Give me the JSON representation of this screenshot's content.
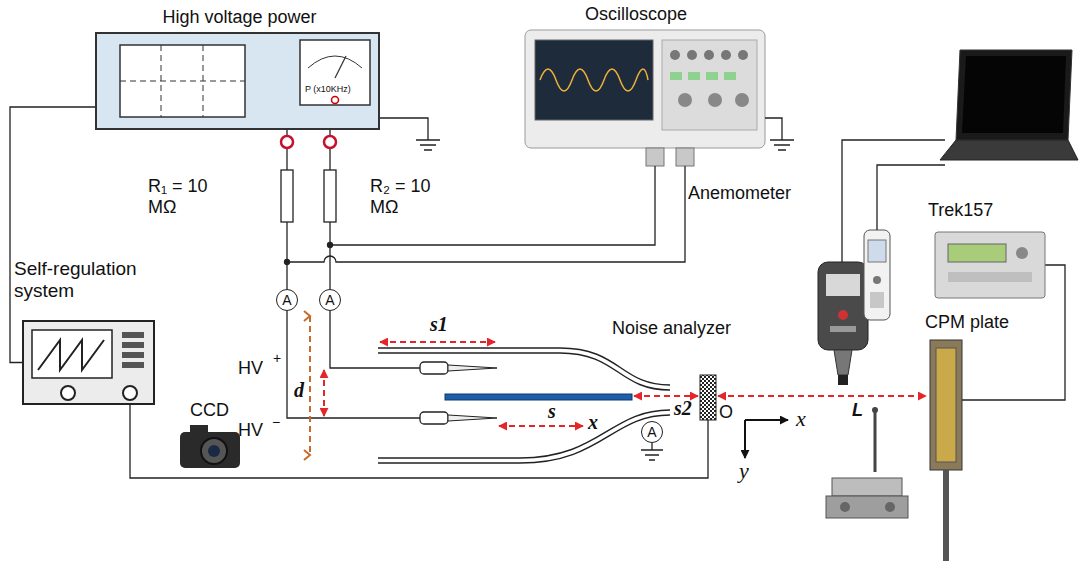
{
  "diagram": {
    "nodes": [
      {
        "text": [
          "High voltage power",
          "P (x10KHz)"
        ]
      },
      {
        "text": [
          "Self-regulation system"
        ]
      },
      {
        "text": [
          "A"
        ]
      },
      {
        "text": [
          "A"
        ]
      },
      {
        "text": [
          "A"
        ]
      }
    ],
    "edges": [
      {
        "from": 0,
        "to": 1,
        "arrow": "none"
      },
      {
        "from": 0,
        "to": 2,
        "arrow": "none"
      },
      {
        "from": 0,
        "to": 3,
        "arrow": "none"
      }
    ],
    "labels": [
      "Anemometer",
      "Trek157",
      "Noise analyzer",
      "CPM plate",
      "Oscilloscope",
      "R₁ = 10 MΩ",
      "R₂ = 10 MΩ",
      "CCD",
      "HV",
      "+",
      "HV",
      "−",
      "s1",
      "d",
      "s",
      "x",
      "s2",
      "O",
      "x",
      "y",
      "L"
    ]
  }
}
